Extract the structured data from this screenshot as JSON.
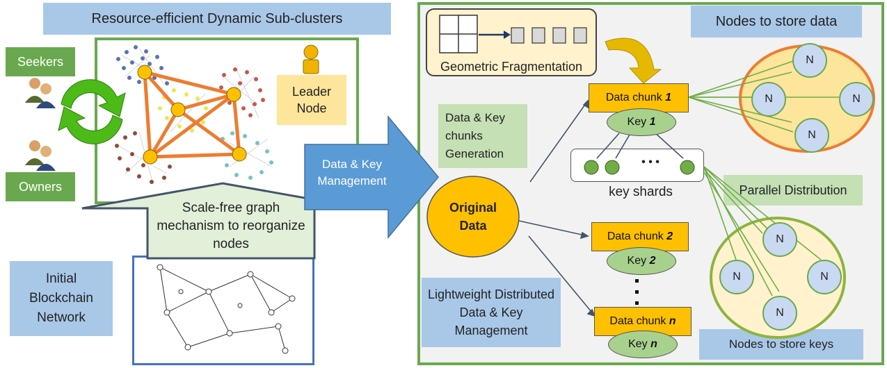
{
  "left": {
    "title": "Resource-efficient Dynamic Sub-clusters",
    "seekers": "Seekers",
    "owners": "Owners",
    "leader_node": "Leader Node",
    "scale_free": "Scale-free graph mechanism to reorganize nodes",
    "initial_network": "Initial Blockchain Network"
  },
  "middle": {
    "management": "Data & Key Management"
  },
  "right": {
    "geometric": "Geometric Fragmentation",
    "nodes_store_data": "Nodes to store data",
    "chunks_generation": "Data & Key chunks Generation",
    "original_data": "Original Data",
    "data_chunk_prefix": "Data chunk",
    "key_prefix": "Key",
    "chunk1_num": "1",
    "chunk2_num": "2",
    "chunkn_num": "n",
    "key_shards": "key shards",
    "dots": "• • •",
    "parallel": "Parallel Distribution",
    "lightweight": "Lightweight Distributed Data & Key Management",
    "nodes_store_keys": "Nodes to store keys",
    "node_label": "N"
  },
  "colors": {
    "green_border": "#6aa84f",
    "orange": "#ed7d31",
    "gold": "#ffc000",
    "blue_label": "#a9c8e8",
    "arrow_blue": "#5b9bd5"
  }
}
